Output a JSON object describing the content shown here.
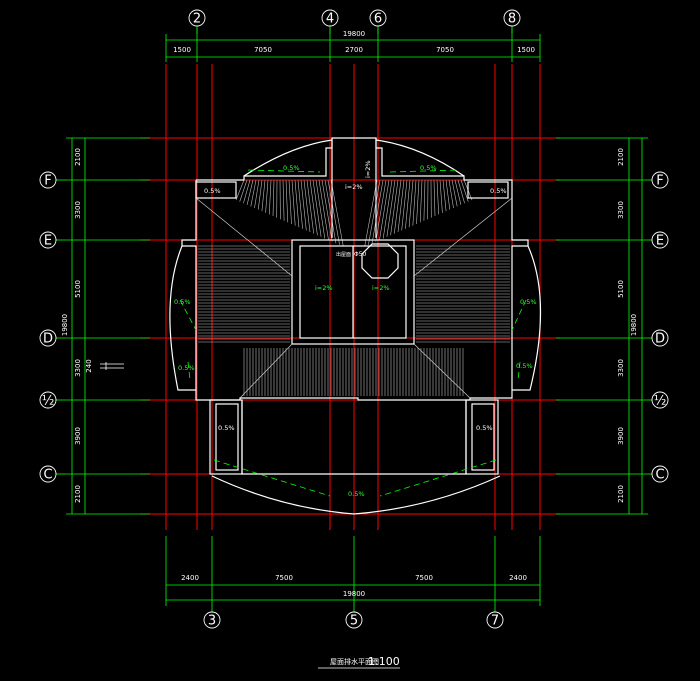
{
  "colors": {
    "background": "#000000",
    "axis_line": "#ff0000",
    "dimension": "#00ff00",
    "wall": "#ffffff",
    "hatch": "#cfcfcf",
    "slope_arrow": "#00ff00"
  },
  "top_axes": [
    "2",
    "4",
    "6",
    "8"
  ],
  "bottom_axes": [
    "3",
    "5",
    "7"
  ],
  "left_axes": [
    "F",
    "E",
    "D",
    "½",
    "C"
  ],
  "right_axes": [
    "F",
    "E",
    "D",
    "½",
    "C"
  ],
  "top_dims": {
    "total": "19800",
    "segments": [
      "1500",
      "7050",
      "2700",
      "7050",
      "1500"
    ]
  },
  "bottom_dims": {
    "total": "19800",
    "segments": [
      "2400",
      "7500",
      "7500",
      "2400"
    ]
  },
  "left_dims": {
    "total": "19800",
    "segments": [
      "2100",
      "3300",
      "5100",
      "3300",
      "3900",
      "2100"
    ],
    "extra": "240"
  },
  "right_dims": {
    "total": "19800",
    "segments": [
      "2100",
      "3300",
      "5100",
      "3300",
      "3900",
      "2100"
    ]
  },
  "slope_notes": {
    "top_left": "0.5%",
    "top_right": "0.5%",
    "corner_left": "0.5%",
    "corner_right": "0.5%",
    "left_side": "0.5%",
    "left_low": "0.5%",
    "right_side": "0.5%",
    "right_low": "0.5%",
    "box_left": "0.5%",
    "box_right": "0.5%",
    "bottom": "0.5%",
    "stair": "i=2%",
    "stair2": "i=2%",
    "roof_left": "i=2%",
    "roof_right": "i=2%"
  },
  "shaft_label": "Φ50",
  "tiny_label": "出屋面",
  "title": {
    "text": "屋面排水平面图",
    "scale": "1:100"
  }
}
